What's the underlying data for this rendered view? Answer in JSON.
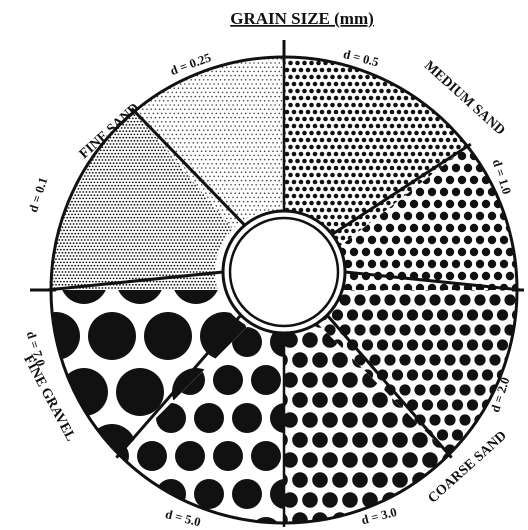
{
  "title": "GRAIN SIZE  (mm)",
  "colors": {
    "ink": "#111111",
    "paper": "#ffffff",
    "stipple": "#f1f1f1"
  },
  "categories": {
    "fine_sand": "FINE SAND",
    "medium_sand": "MEDIUM SAND",
    "coarse_sand": "COARSE SAND",
    "fine_gravel": "FINE GRAVEL"
  },
  "size_labels": {
    "d_0_1": "d = 0.1",
    "d_0_25": "d = 0.25",
    "d_0_5": "d = 0.5",
    "d_1_0": "d = 1.0",
    "d_2_0": "d = 2.0",
    "d_3_0": "d = 3.0",
    "d_5_0": "d = 5.0",
    "d_7_0": "d = 7.0"
  }
}
